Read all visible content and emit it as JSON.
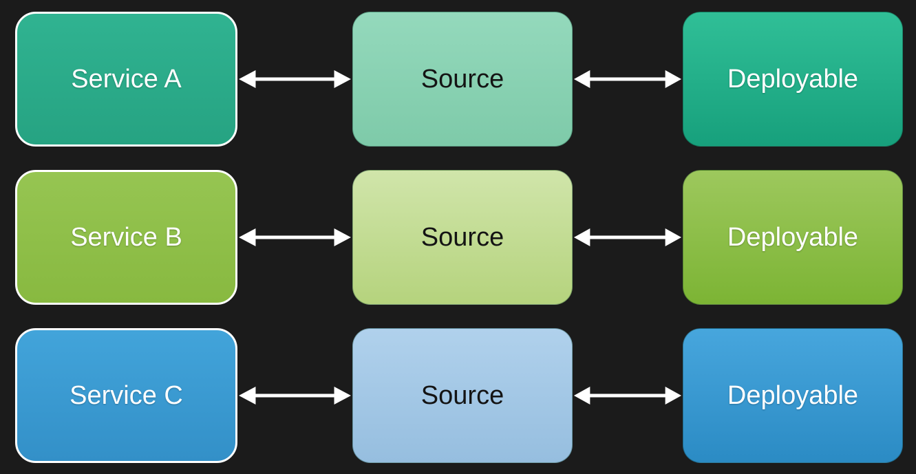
{
  "diagram": {
    "background_color": "#1b1b1b",
    "arrow_color": "#ffffff",
    "arrow_style": "bidirectional",
    "rows": [
      {
        "service": {
          "label": "Service A",
          "fill": {
            "top": "#30b391",
            "bottom": "#26a382"
          },
          "text_color": "#ffffff"
        },
        "source": {
          "label": "Source",
          "fill": {
            "top": "#94d9bc",
            "bottom": "#7ecaa9"
          },
          "text_color": "#141414"
        },
        "deployable": {
          "label": "Deployable",
          "fill": {
            "top": "#30bf97",
            "bottom": "#17a07c"
          },
          "text_color": "#ffffff"
        }
      },
      {
        "service": {
          "label": "Service B",
          "fill": {
            "top": "#96c552",
            "bottom": "#88b940"
          },
          "text_color": "#ffffff"
        },
        "source": {
          "label": "Source",
          "fill": {
            "top": "#d0e5aa",
            "bottom": "#b5d37d"
          },
          "text_color": "#141414"
        },
        "deployable": {
          "label": "Deployable",
          "fill": {
            "top": "#9dc85d",
            "bottom": "#7cb434"
          },
          "text_color": "#ffffff"
        }
      },
      {
        "service": {
          "label": "Service C",
          "fill": {
            "top": "#42a4da",
            "bottom": "#3390c8"
          },
          "text_color": "#ffffff"
        },
        "source": {
          "label": "Source",
          "fill": {
            "top": "#b0d1ec",
            "bottom": "#96bedf"
          },
          "text_color": "#141414"
        },
        "deployable": {
          "label": "Deployable",
          "fill": {
            "top": "#47a6dd",
            "bottom": "#2b8bc4"
          },
          "text_color": "#ffffff"
        }
      }
    ]
  }
}
